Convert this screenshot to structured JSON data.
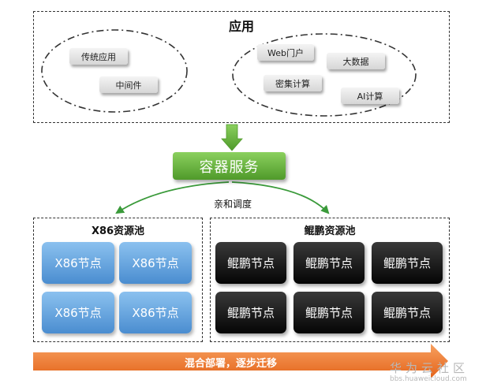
{
  "app": {
    "title": "应用",
    "left_items": [
      "传统应用",
      "中间件"
    ],
    "right_items": [
      "Web门户",
      "大数据",
      "密集计算",
      "AI计算"
    ]
  },
  "container_service": {
    "label": "容器服务"
  },
  "affinity_label": "亲和调度",
  "x86_pool": {
    "title": "X86资源池",
    "nodes": [
      "X86节点",
      "X86节点",
      "X86节点",
      "X86节点"
    ]
  },
  "kunpeng_pool": {
    "title": "鲲鹏资源池",
    "nodes": [
      "鲲鹏节点",
      "鲲鹏节点",
      "鲲鹏节点",
      "鲲鹏节点",
      "鲲鹏节点",
      "鲲鹏节点"
    ]
  },
  "banner": {
    "label": "混合部署，逐步迁移"
  },
  "watermark": {
    "brand": "华为云社区",
    "url": "bbs.huaweicloud.com"
  },
  "colors": {
    "green": "#5aa832",
    "blue": "#5b9ddd",
    "orange": "#f07a2a",
    "black": "#111111"
  }
}
